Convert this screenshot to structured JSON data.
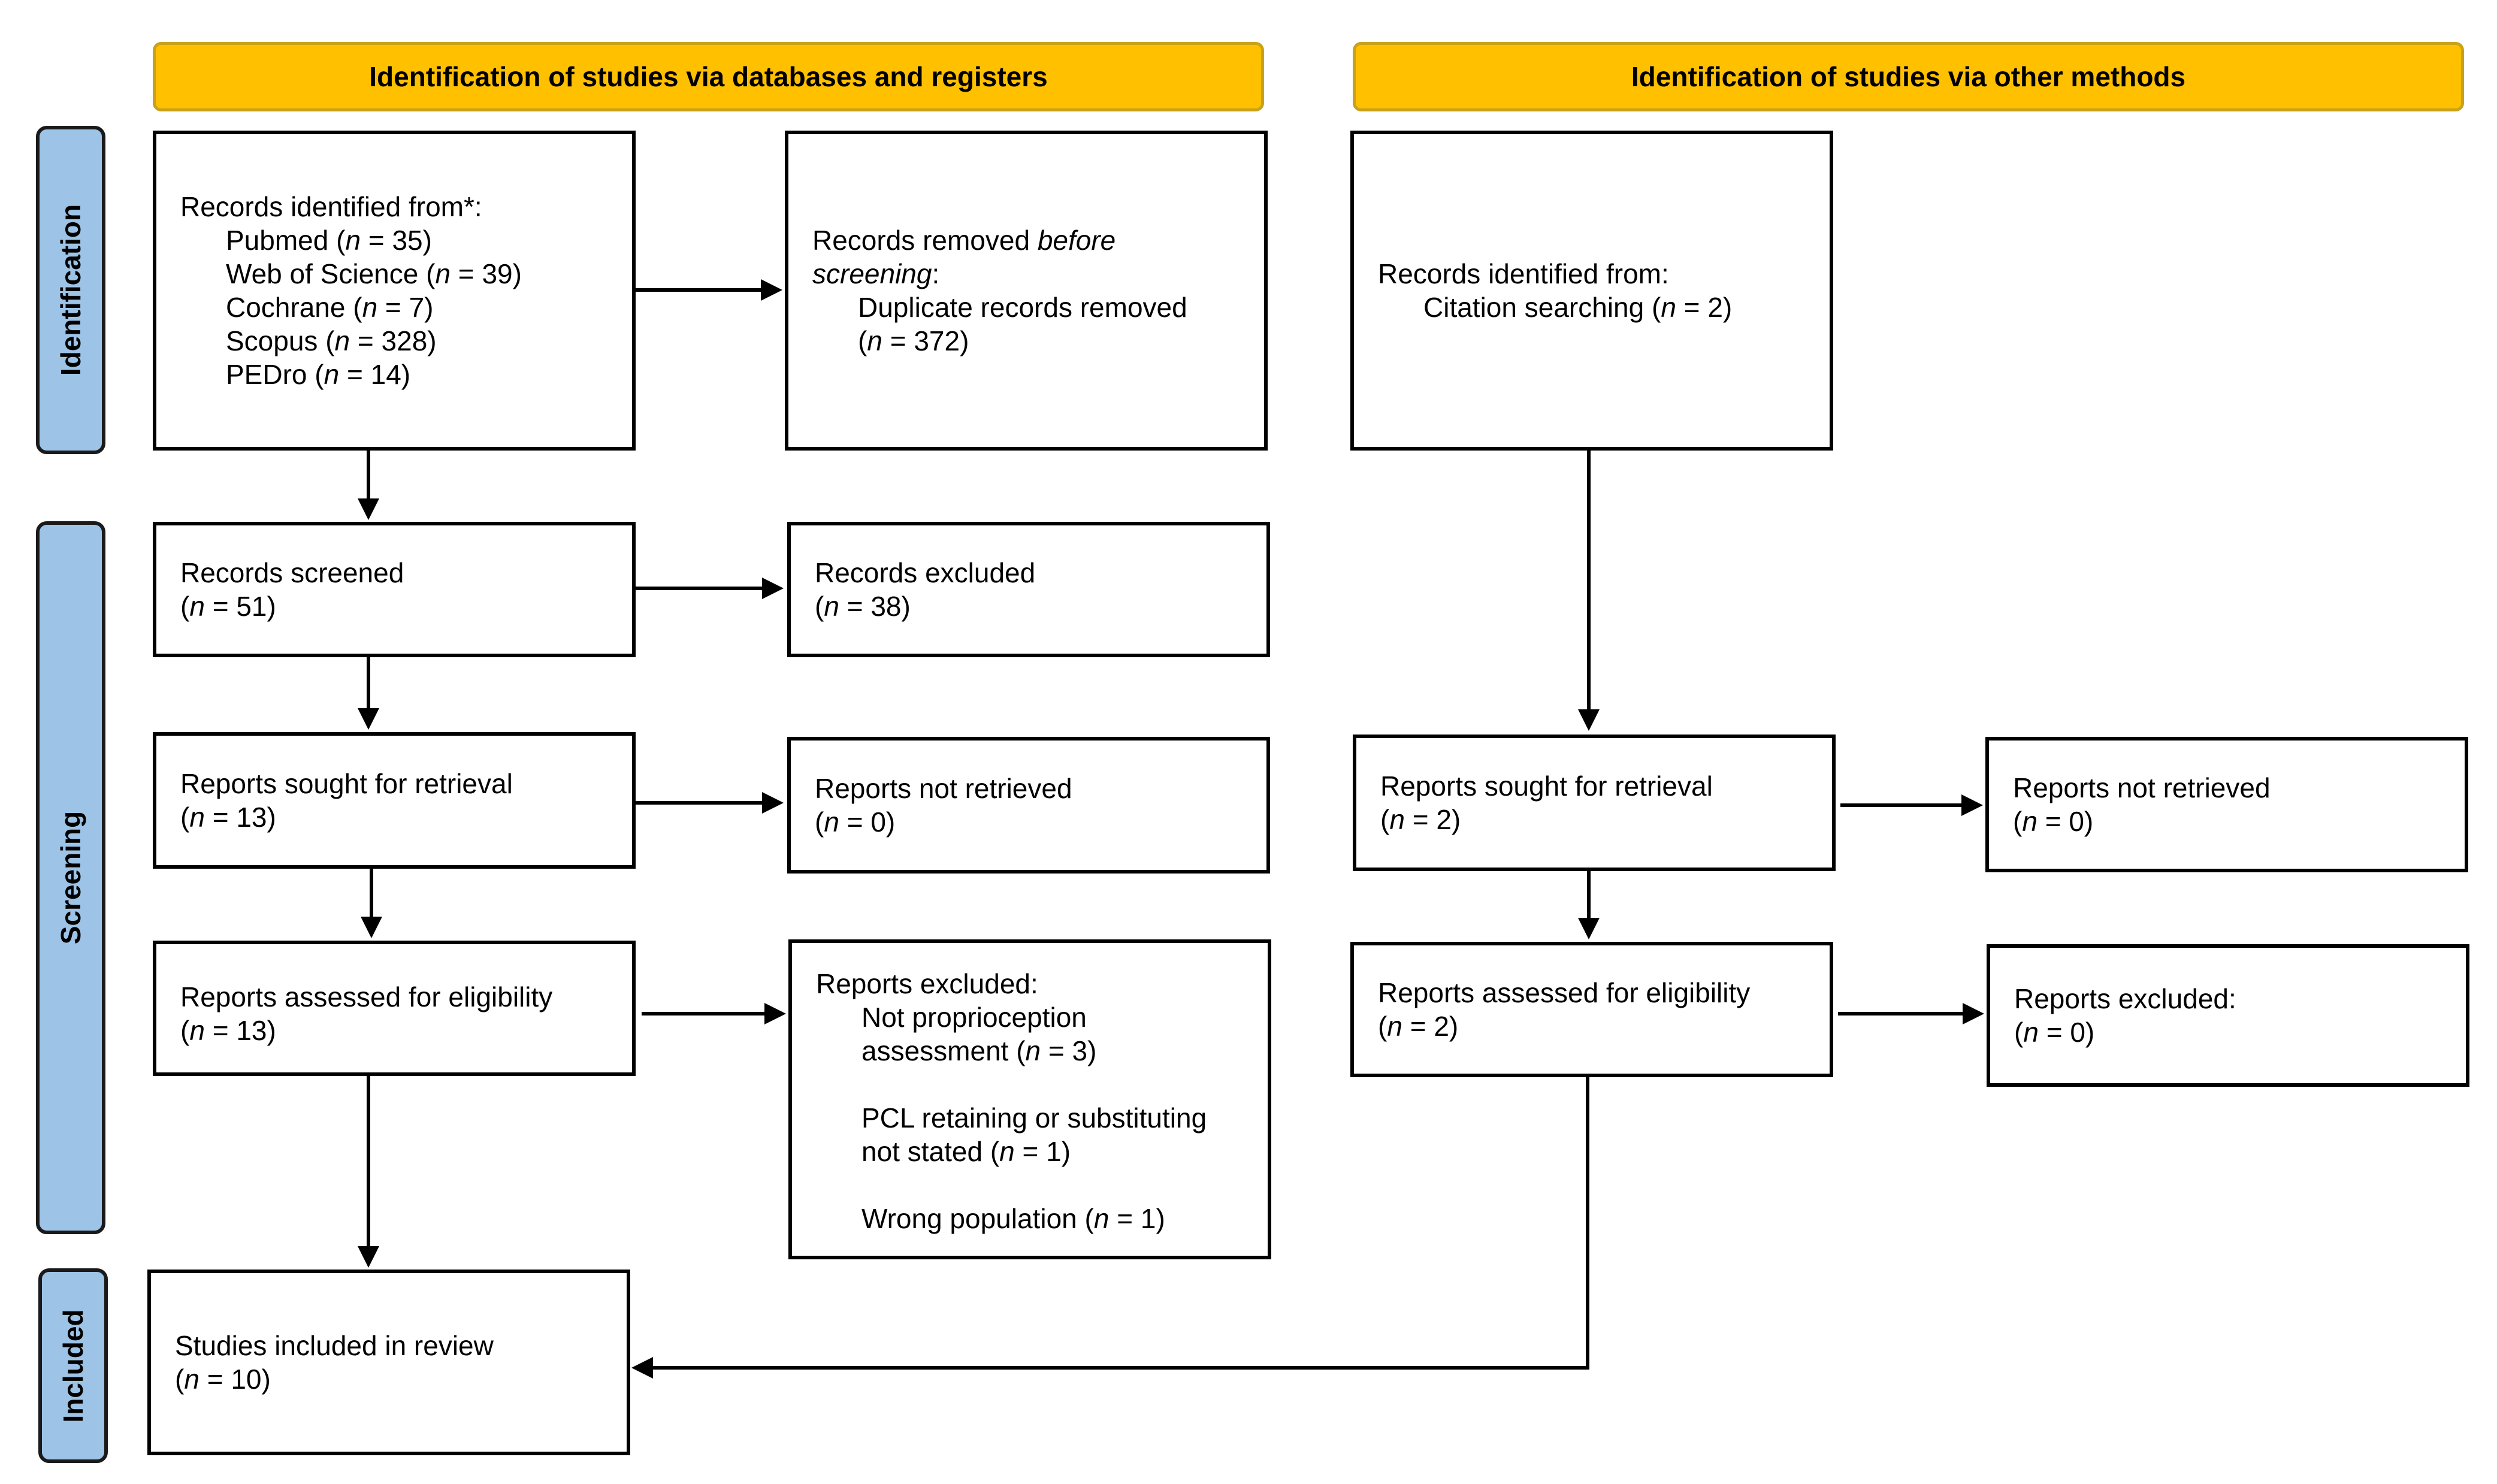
{
  "headers": {
    "databases": "Identification of studies via databases and registers",
    "other": "Identification of studies via other methods"
  },
  "stages": {
    "identification": "Identification",
    "screening": "Screening",
    "included": "Included"
  },
  "boxes": {
    "records_identified": {
      "title": "Records identified from*:",
      "lines": [
        "Pubmed (n = 35)",
        "Web of Science (n = 39)",
        "Cochrane (n = 7)",
        "Scopus (n = 328)",
        "PEDro (n = 14)"
      ]
    },
    "records_removed": {
      "title": "Records removed before screening:",
      "lines": [
        "Duplicate records removed",
        "(n = 372)"
      ]
    },
    "other_records_identified": {
      "title": "Records identified from:",
      "lines": [
        "Citation searching (n = 2)"
      ]
    },
    "records_screened": {
      "title": "Records screened",
      "count": "(n = 51)"
    },
    "records_excluded": {
      "title": "Records excluded",
      "count": "(n = 38)"
    },
    "reports_sought": {
      "title": "Reports sought for retrieval",
      "count": "(n = 13)"
    },
    "reports_not_retrieved": {
      "title": "Reports not retrieved",
      "count": "(n = 0)"
    },
    "other_reports_sought": {
      "title": "Reports sought for retrieval",
      "count": "(n = 2)"
    },
    "other_reports_not_retrieved": {
      "title": "Reports not retrieved",
      "count": "(n = 0)"
    },
    "reports_assessed": {
      "title": "Reports assessed for eligibility",
      "count": "(n = 13)"
    },
    "reports_excluded": {
      "title": "Reports excluded:",
      "reasons": [
        [
          "Not proprioception",
          "assessment (n = 3)"
        ],
        [
          "PCL retaining or substituting",
          "not stated (n = 1)"
        ],
        [
          "Wrong population (n = 1)"
        ]
      ]
    },
    "other_reports_assessed": {
      "title": "Reports assessed for eligibility",
      "count": "(n = 2)"
    },
    "other_reports_excluded": {
      "title": "Reports excluded:",
      "count": "(n = 0)"
    },
    "studies_included": {
      "title": "Studies included in review",
      "count": "(n = 10)"
    }
  }
}
